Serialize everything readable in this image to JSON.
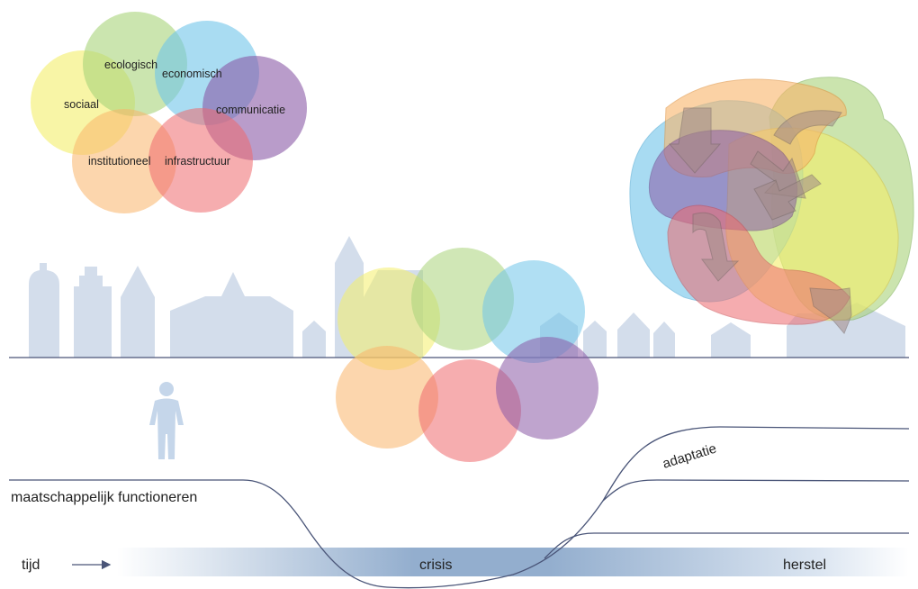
{
  "domains": {
    "ecologisch": "ecologisch",
    "economisch": "economisch",
    "sociaal": "sociaal",
    "communicatie": "communicatie",
    "institutioneel": "institutioneel",
    "infrastructuur": "infrastructuur"
  },
  "curve_label": "maatschappelijk functioneren",
  "adaptation_label": "adaptatie",
  "timeline": {
    "time_label": "tijd",
    "crisis_label": "crisis",
    "recovery_label": "herstel"
  },
  "colors": {
    "yellow": "#f4ee6a",
    "green": "#a9d37a",
    "blue": "#6fc4ea",
    "purple": "#8a5aa6",
    "orange": "#f9b56a",
    "red": "#ee6a6e",
    "silhouette": "#d3ddeb",
    "line": "#4a5578"
  }
}
